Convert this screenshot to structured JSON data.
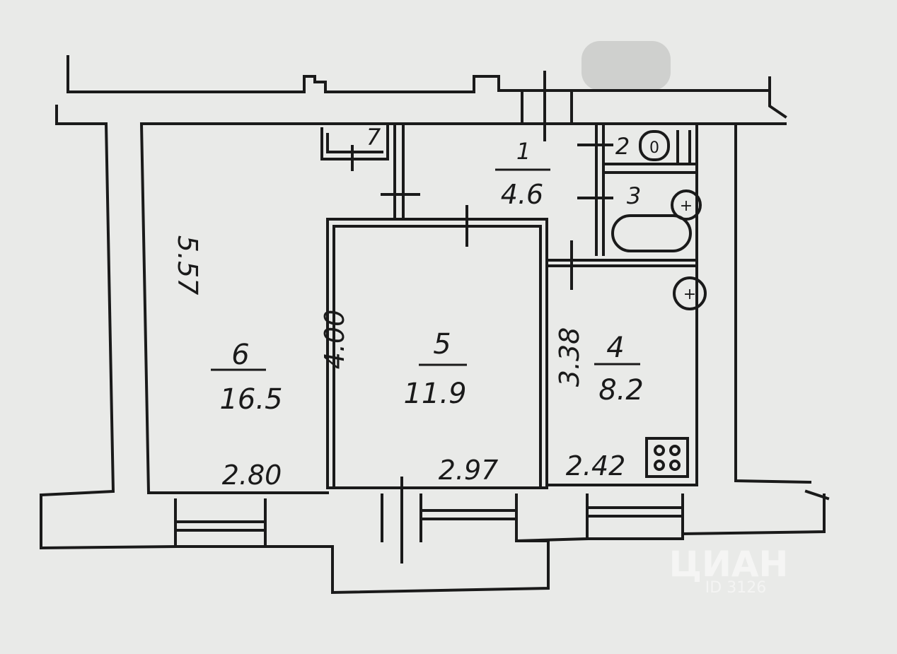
{
  "rooms": [
    {
      "number": "1",
      "area": "4.6"
    },
    {
      "number": "2"
    },
    {
      "number": "3"
    },
    {
      "number": "4",
      "area": "8.2"
    },
    {
      "number": "5",
      "area": "11.9"
    },
    {
      "number": "6",
      "area": "16.5"
    },
    {
      "number": "7"
    }
  ],
  "dimensions": {
    "room6_height": "5.57",
    "room5_height": "4.00",
    "room4_height": "3.38",
    "room6_width": "2.80",
    "room5_width": "2.97",
    "room4_width": "2.42"
  },
  "watermark": {
    "brand": "ЦИАН",
    "id": "ID 3126"
  },
  "colors": {
    "paper": "#e9eae8",
    "ink": "#1a1a1a"
  }
}
